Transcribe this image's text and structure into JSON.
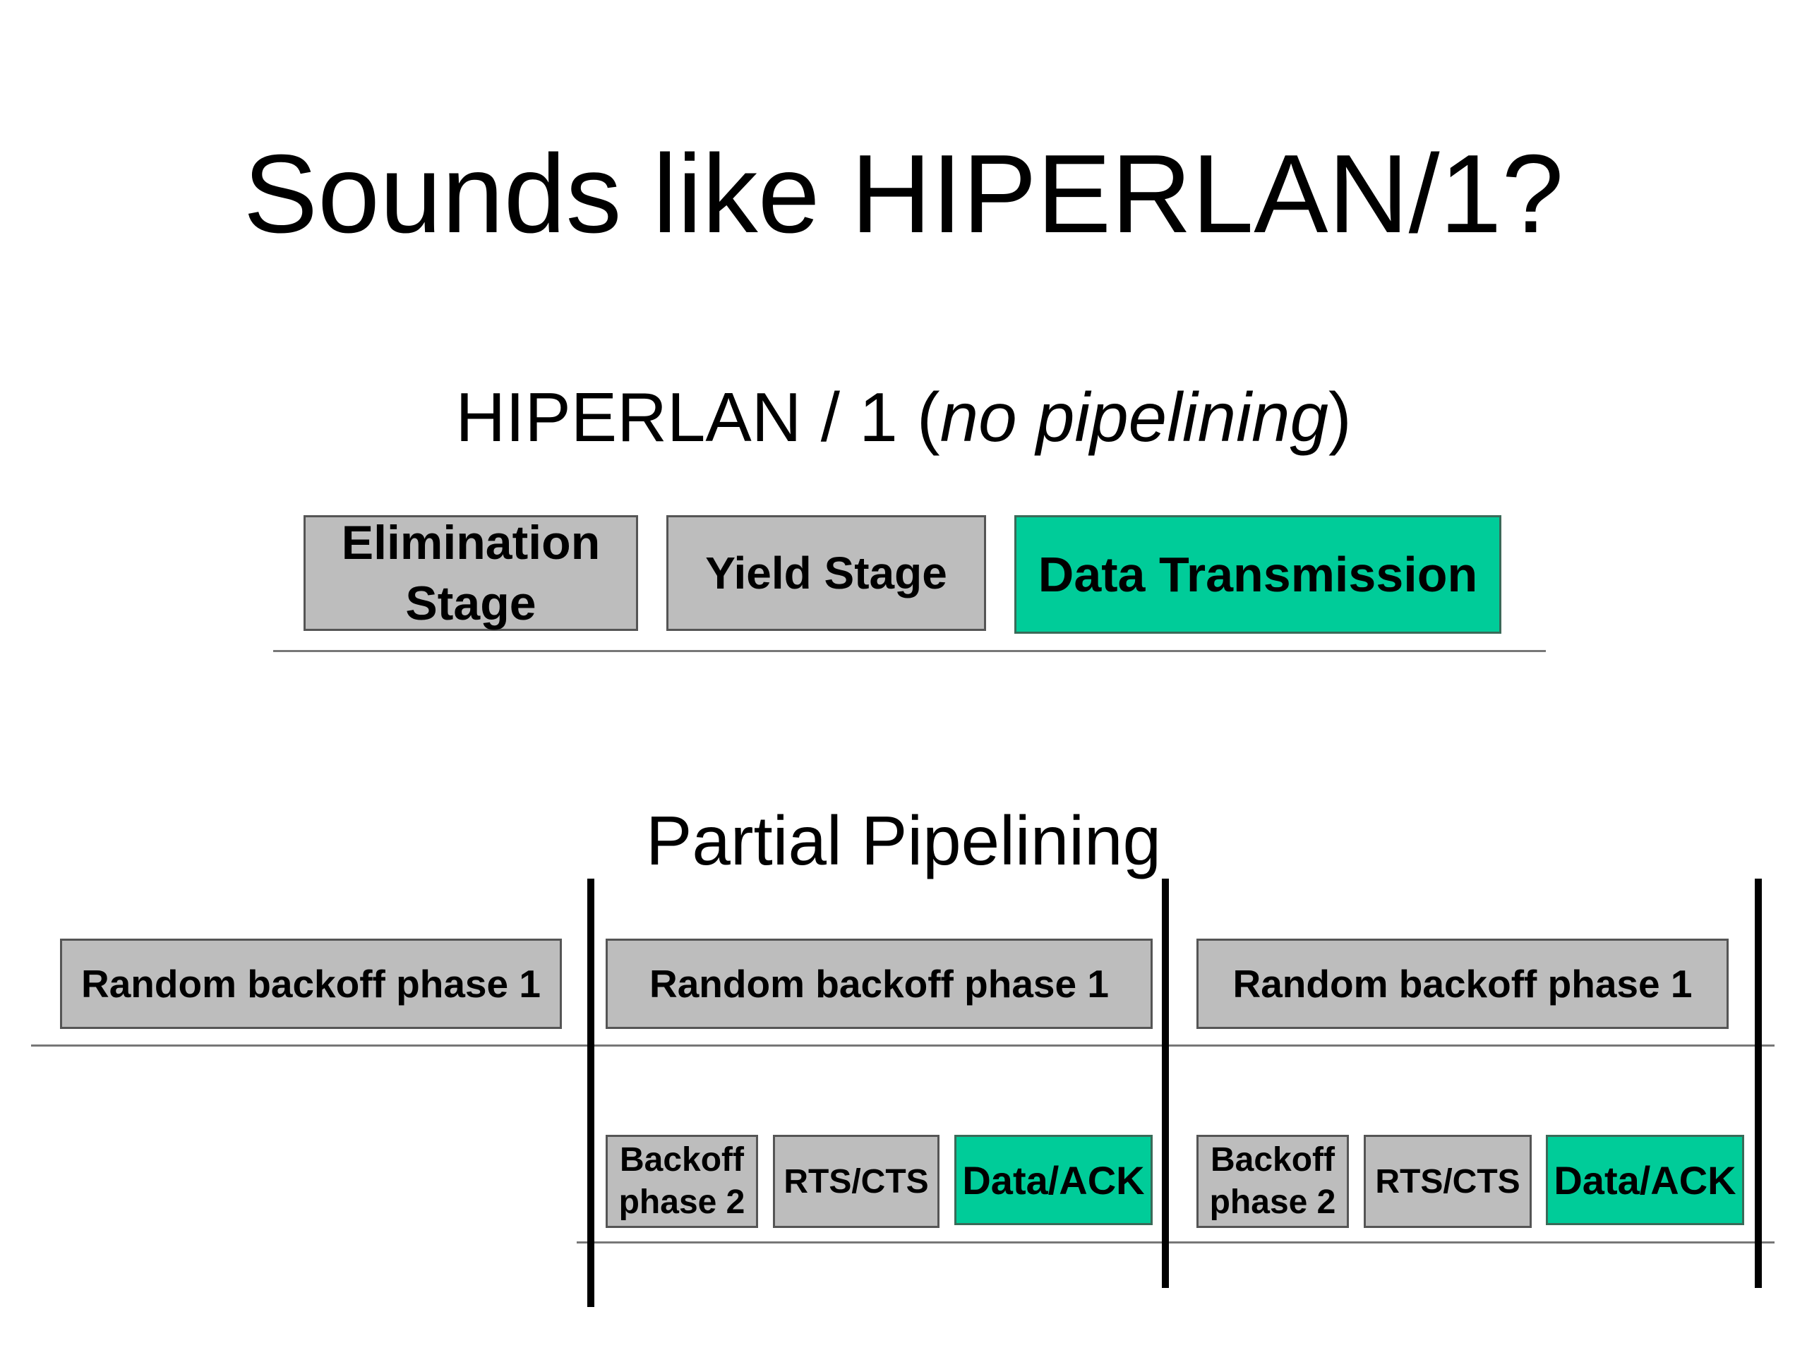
{
  "slide": {
    "title": "Sounds like HIPERLAN/1?",
    "section1": {
      "heading_main": "HIPERLAN / 1 (",
      "heading_italic": "no pipelining",
      "heading_end": ")",
      "boxes": {
        "elimination": "Elimination Stage",
        "yield": "Yield Stage",
        "data": "Data Transmission"
      }
    },
    "section2": {
      "heading": "Partial Pipelining",
      "phase1_label": "Random backoff phase 1",
      "backoff2_label": "Backoff phase 2",
      "rtscts_label": "RTS/CTS",
      "dataack_label": "Data/ACK"
    }
  },
  "colors": {
    "gray_box": "#bdbdbd",
    "green_box": "#00cc99"
  }
}
